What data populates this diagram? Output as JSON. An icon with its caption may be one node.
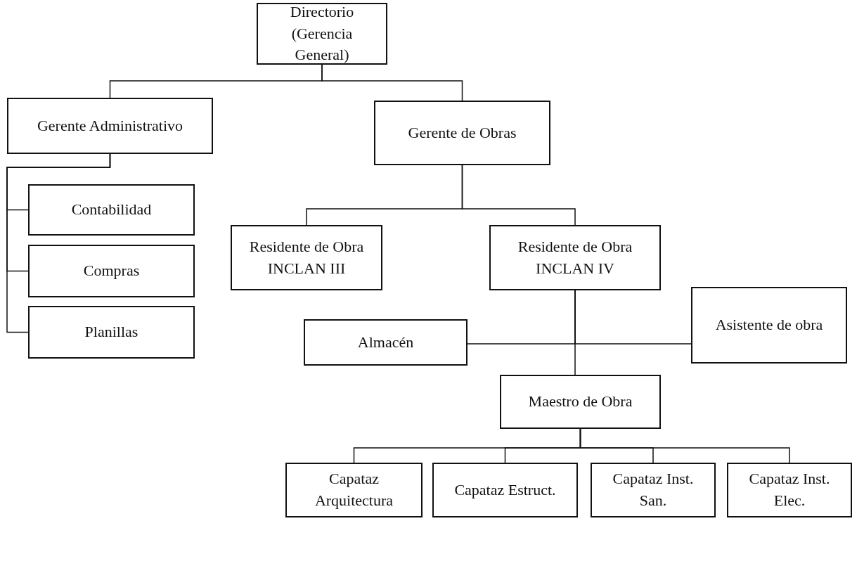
{
  "diagram": {
    "nodes": [
      {
        "text": [
          "Directorio (Gerencia General)"
        ]
      },
      {
        "text": [
          "Gerente Administrativo"
        ]
      },
      {
        "text": [
          "Gerente de Obras"
        ]
      },
      {
        "text": [
          "Contabilidad"
        ]
      },
      {
        "text": [
          "Compras"
        ]
      },
      {
        "text": [
          "Planillas"
        ]
      },
      {
        "text": [
          "Residente de Obra INCLAN III"
        ]
      },
      {
        "text": [
          "Residente de Obra INCLAN IV"
        ]
      },
      {
        "text": [
          "Almacén"
        ]
      },
      {
        "text": [
          "Asistente de obra"
        ]
      },
      {
        "text": [
          "Maestro de Obra"
        ]
      },
      {
        "text": [
          "Capataz Arquitectura"
        ]
      },
      {
        "text": [
          "Capataz Estruct."
        ]
      },
      {
        "text": [
          "Capataz Inst. San."
        ]
      },
      {
        "text": [
          "Capataz Inst. Elec."
        ]
      }
    ],
    "edges": [
      {
        "from": 0,
        "to": 1,
        "arrow": "none"
      },
      {
        "from": 0,
        "to": 2,
        "arrow": "none"
      },
      {
        "from": 1,
        "to": 3,
        "arrow": "none"
      },
      {
        "from": 1,
        "to": 4,
        "arrow": "none"
      },
      {
        "from": 1,
        "to": 5,
        "arrow": "none"
      },
      {
        "from": 2,
        "to": 6,
        "arrow": "none"
      },
      {
        "from": 2,
        "to": 7,
        "arrow": "none"
      },
      {
        "from": 7,
        "to": 8,
        "arrow": "none"
      },
      {
        "from": 7,
        "to": 9,
        "arrow": "none"
      },
      {
        "from": 7,
        "to": 10,
        "arrow": "none"
      },
      {
        "from": 10,
        "to": 11,
        "arrow": "none"
      },
      {
        "from": 10,
        "to": 12,
        "arrow": "none"
      },
      {
        "from": 10,
        "to": 13,
        "arrow": "none"
      },
      {
        "from": 10,
        "to": 14,
        "arrow": "none"
      }
    ]
  }
}
